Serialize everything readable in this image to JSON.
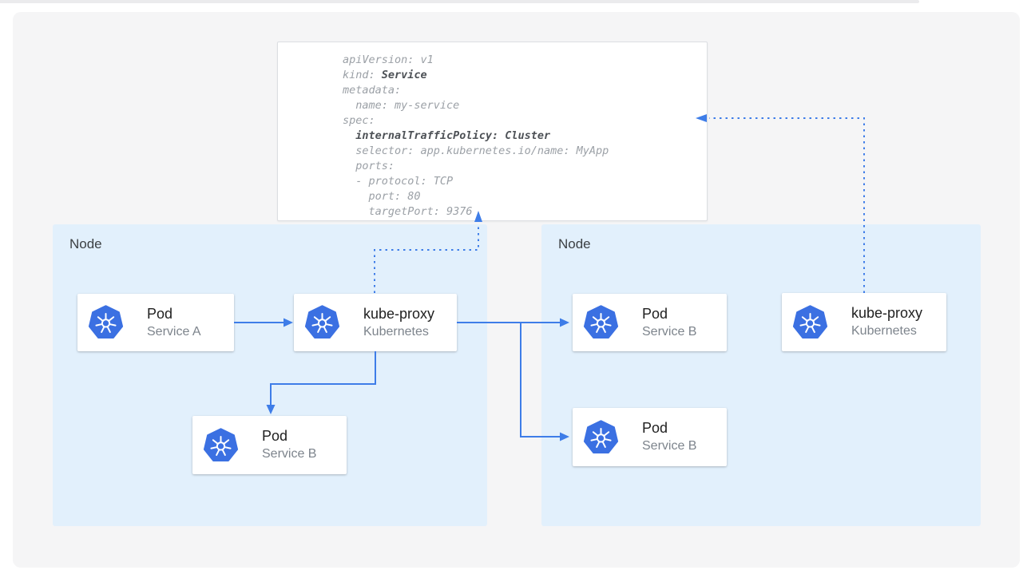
{
  "colors": {
    "kubernetes_blue": "#3b70e2",
    "arrow_blue": "#3e7de8",
    "node_background": "#e2f0fc",
    "panel_background": "#f5f5f6"
  },
  "yaml_panel": {
    "lines": [
      [
        "apiVersion: v1"
      ],
      [
        "kind: ",
        "Service"
      ],
      [
        "metadata:"
      ],
      [
        "  name: my-service"
      ],
      [
        "spec:"
      ],
      [
        "  ",
        "internalTrafficPolicy: Cluster"
      ],
      [
        "  selector: app.kubernetes.io/name: MyApp"
      ],
      [
        "  ports:"
      ],
      [
        "  - protocol: TCP"
      ],
      [
        "    port: 80"
      ],
      [
        "    targetPort: 9376"
      ]
    ]
  },
  "nodes": [
    {
      "label": "Node",
      "cards": [
        {
          "title": "Pod",
          "subtitle": "Service A"
        },
        {
          "title": "kube-proxy",
          "subtitle": "Kubernetes"
        },
        {
          "title": "Pod",
          "subtitle": "Service B"
        }
      ]
    },
    {
      "label": "Node",
      "cards": [
        {
          "title": "Pod",
          "subtitle": "Service B"
        },
        {
          "title": "Pod",
          "subtitle": "Service B"
        },
        {
          "title": "kube-proxy",
          "subtitle": "Kubernetes"
        }
      ]
    }
  ]
}
